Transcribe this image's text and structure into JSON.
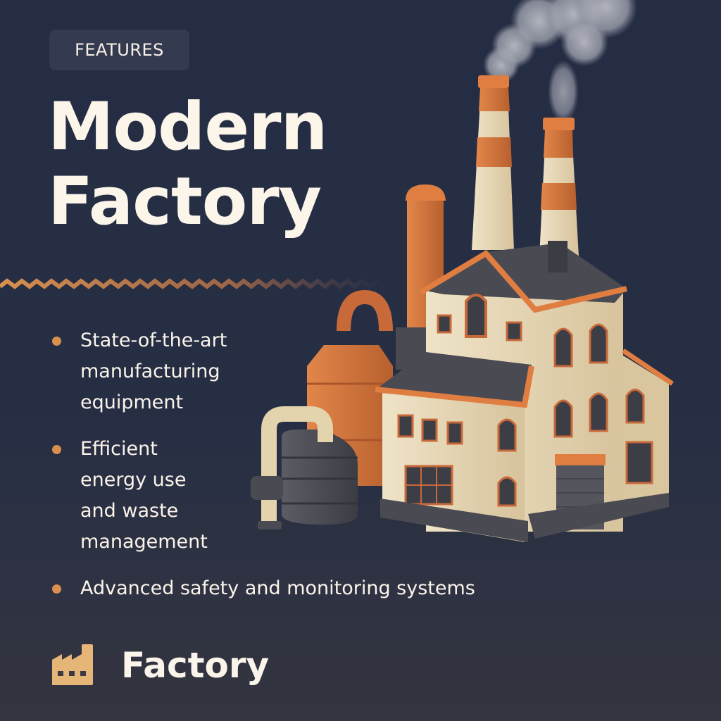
{
  "badge": {
    "label": "FEATURES"
  },
  "headline": {
    "line1": "Modern",
    "line2": "Factory"
  },
  "divider": {
    "style": "zigzag",
    "color": "#d9904f"
  },
  "features": [
    {
      "text": "State-of-the-art manufacturing equipment",
      "bullet_color": "#d9904f"
    },
    {
      "text": "Efficient energy use and waste management",
      "bullet_color": "#d9904f"
    },
    {
      "text": "Advanced safety and monitoring systems",
      "bullet_color": "#d9904f"
    }
  ],
  "footer": {
    "icon": "factory-icon",
    "label": "Factory",
    "icon_color": "#e6b679"
  },
  "illustration": {
    "subject": "factory-building-with-smokestacks"
  },
  "colors": {
    "background": "#262e44",
    "text": "#fbf4ea",
    "accent": "#d9904f",
    "chimney_orange": "#d8743a",
    "building_cream": "#e9d8b4",
    "roof_dark": "#4a4a52"
  }
}
